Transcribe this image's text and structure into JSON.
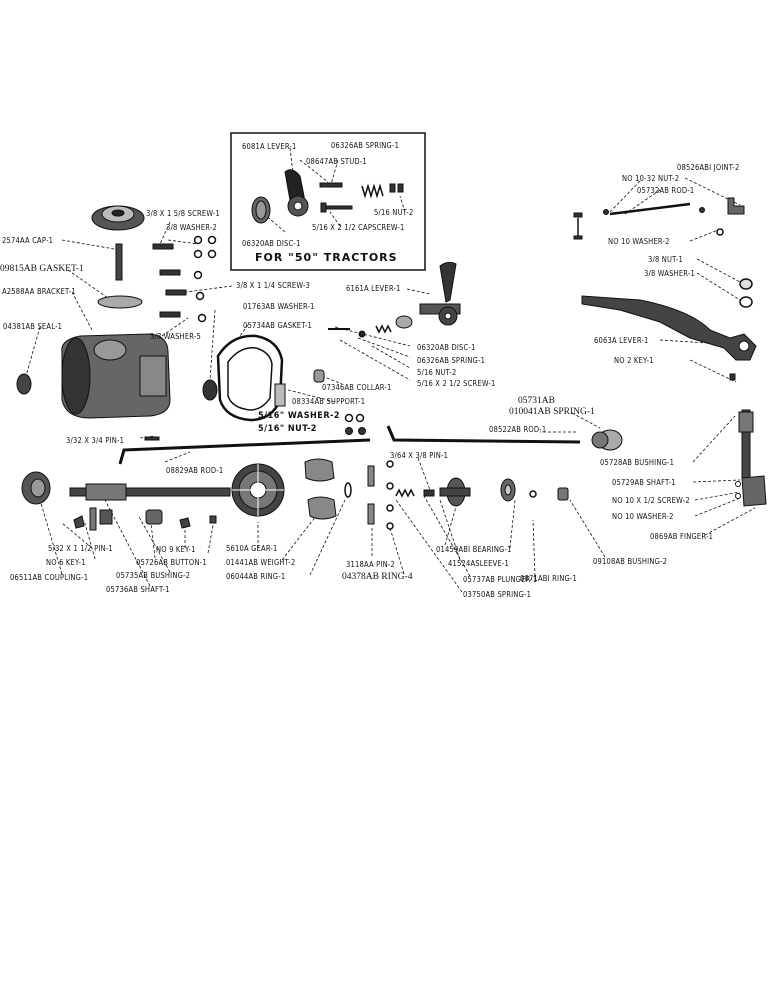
{
  "inset": {
    "title": "FOR \"50\" TRACTORS"
  },
  "labels": {
    "cap": "2574AA CAP-1",
    "gasket_09815": "09815AB GASKET-1",
    "bracket": "A2588AA BRACKET-1",
    "seal": "04381AB SEAL-1",
    "screw_3_8x1_5_8": "3/8 X 1 5/8 SCREW-1",
    "washer_3_8_2": "3/8 WASHER-2",
    "screw_3_8x1_1_4": "3/8 X 1 1/4 SCREW-3",
    "washer_3_8_5": "3/8 WASHER-5",
    "lever_6081": "6081A LEVER-1",
    "spring_06326_top": "06326AB SPRING-1",
    "stud": "08647AB STUD-1",
    "disc_top": "06320AB DISC-1",
    "capscrew": "5/16 X 2 1/2 CAPSCREW-1",
    "nut_5_16_top": "5/16 NUT-2",
    "lever_6161": "6161A LEVER-1",
    "washer_01763": "01763AB WASHER-1",
    "gasket_05734": "05734AB GASKET-1",
    "disc_06320": "06320AB DISC-1",
    "spring_06326": "06326AB SPRING-1",
    "nut_5_16": "5/16 NUT-2",
    "screw_5_16x2_1_2": "5/16 X 2 1/2 SCREW-1",
    "collar": "07346AB COLLAR-1",
    "support": "08334AB SUPPORT-1",
    "washer_5_16_2": "5/16\" WASHER-2",
    "nut_5_16_b": "5/16\" NUT-2",
    "pin_3_32": "3/32 X 3/4 PIN-1",
    "rod_08829": "08829AB ROD-1",
    "spring_05731_a": "05731AB",
    "spring_05731_b": "010041AB SPRING-1",
    "rod_08522": "08522AB ROD-1",
    "joint": "08526ABI JOINT-2",
    "nut_10_32": "NO 10-32 NUT-2",
    "rod_05732": "05732AB ROD-1",
    "washer_no10_2": "NO 10 WASHER-2",
    "nut_3_8": "3/8 NUT-1",
    "washer_3_8_1": "3/8 WASHER-1",
    "lever_6063": "6063A LEVER-1",
    "key_no2": "NO 2 KEY-1",
    "bushing_05728": "05728AB BUSHING-1",
    "shaft_05729": "05729AB SHAFT-1",
    "screw_no10": "NO 10 X 1/2 SCREW-2",
    "washer_no10_b": "NO 10 WASHER-2",
    "finger": "0869AB FINGER-1",
    "pin_3_64": "3/64 X 3/8 PIN-1",
    "key_no6": "NO 6 KEY-1",
    "pin_5_32": "5/32 X 1 1/2 PIN-1",
    "coupling": "06511AB COUPLING-1",
    "button": "05726AB BUTTON-1",
    "bushing_05735": "05735AB BUSHING-2",
    "shaft_05736": "05736AB SHAFT-1",
    "key_no9": "NO 9 KEY-1",
    "gear": "5610A GEAR-1",
    "weight": "01441AB WEIGHT-2",
    "ring_06044": "06044AB RING-1",
    "pin_3118": "3118AA PIN-2",
    "ring_04378": "04378AB RING-4",
    "bearing": "01459ABI BEARING-1",
    "sleeve": "41524ASLEEVE-1",
    "plunger": "05737AB PLUNGER-1",
    "spring_03750": "03750AB SPRING-1",
    "bushing_09108": "09108AB BUSHING-2",
    "ring_0871": "0871ABI RING-1"
  }
}
